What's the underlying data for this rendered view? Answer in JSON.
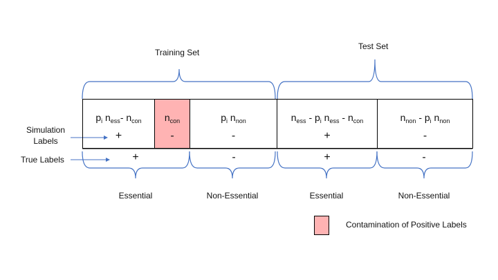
{
  "braces": {
    "training_label": "Training Set",
    "test_label": "Test Set"
  },
  "row_labels": {
    "simulation_line1": "Simulation",
    "simulation_line2": "Labels",
    "true_labels": "True Labels"
  },
  "cells": [
    {
      "t1": "p",
      "s1": "i",
      "t2": " n",
      "s2": "ess",
      "t3": "- n",
      "s3": "con",
      "t4": "",
      "s4": "",
      "sign": "+"
    },
    {
      "t1": "n",
      "s1": "con",
      "t2": "",
      "s2": "",
      "t3": "",
      "s3": "",
      "t4": "",
      "s4": "",
      "sign": "-"
    },
    {
      "t1": "p",
      "s1": "i",
      "t2": " n",
      "s2": "non",
      "t3": "",
      "s3": "",
      "t4": "",
      "s4": "",
      "sign": "-"
    },
    {
      "t1": "n",
      "s1": "ess",
      "t2": " - p",
      "s2": "i",
      "t3": " n",
      "s3": "ess",
      "t4": " - n",
      "s4": "con",
      "sign": "+"
    },
    {
      "t1": "n",
      "s1": "non",
      "t2": " - p",
      "s2": "i",
      "t3": " n",
      "s3": "non",
      "t4": "",
      "s4": "",
      "sign": "-"
    }
  ],
  "true_signs": [
    "+",
    "-",
    "+",
    "-"
  ],
  "group_labels": [
    "Essential",
    "Non-Essential",
    "Essential",
    "Non-Essential"
  ],
  "legend": {
    "label": "Contamination of Positive Labels",
    "color": "#ffb3b3"
  },
  "colors": {
    "brace": "#4472c4",
    "arrow": "#4472c4",
    "highlight": "#ffb3b3"
  }
}
